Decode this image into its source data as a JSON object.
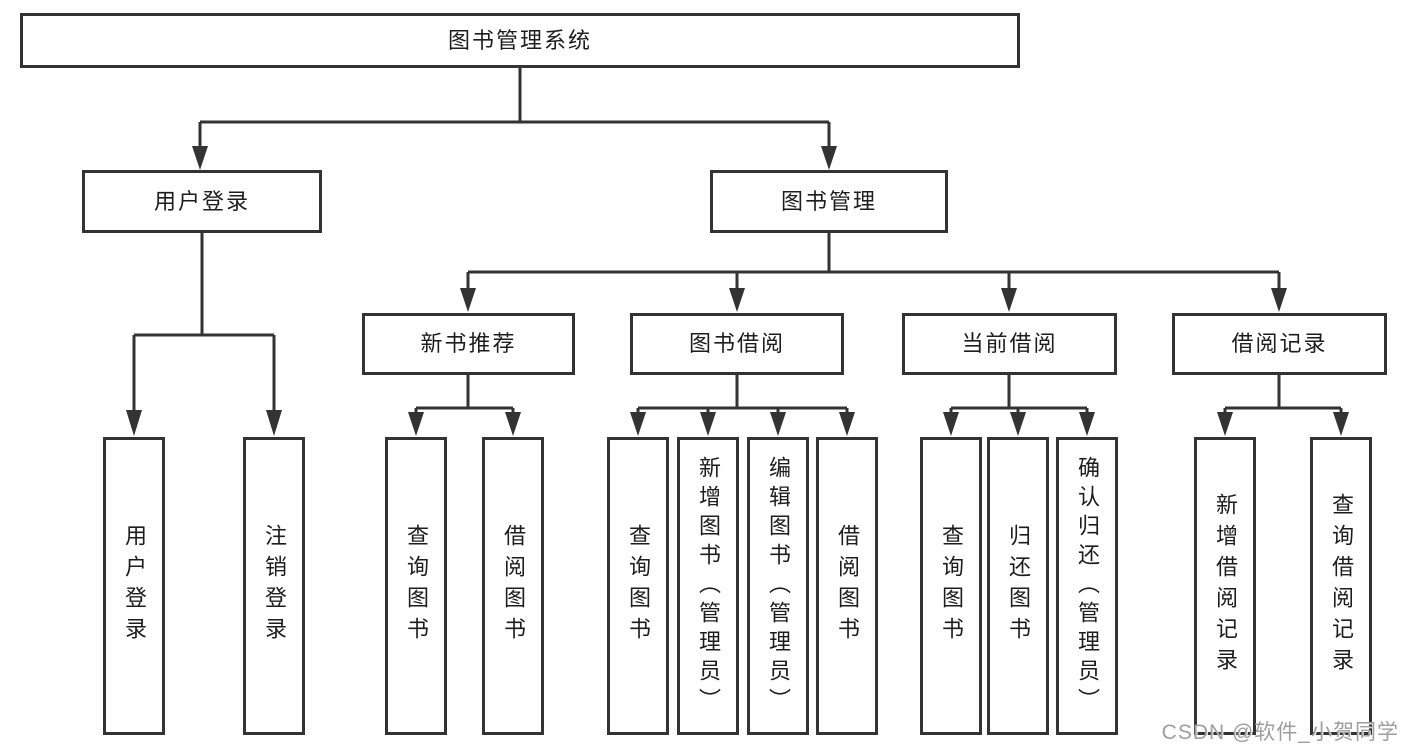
{
  "diagram": {
    "root": {
      "label": "图书管理系统"
    },
    "level1": [
      {
        "label": "用户登录"
      },
      {
        "label": "图书管理"
      }
    ],
    "level2": [
      {
        "label": "新书推荐"
      },
      {
        "label": "图书借阅"
      },
      {
        "label": "当前借阅"
      },
      {
        "label": "借阅记录"
      }
    ],
    "leaves": [
      {
        "label": "用户登录"
      },
      {
        "label": "注销登录"
      },
      {
        "label": "查询图书"
      },
      {
        "label": "借阅图书"
      },
      {
        "label": "查询图书"
      },
      {
        "label": "新增图书（管理员）"
      },
      {
        "label": "编辑图书（管理员）"
      },
      {
        "label": "借阅图书"
      },
      {
        "label": "查询图书"
      },
      {
        "label": "归还图书"
      },
      {
        "label": "确认归还（管理员）"
      },
      {
        "label": "新增借阅记录"
      },
      {
        "label": "查询借阅记录"
      }
    ]
  },
  "watermark": {
    "text": "CSDN @软件_小贺同学"
  },
  "colors": {
    "line": "#333333",
    "text": "#1d1d1d",
    "watermark": "#9e9e9e",
    "background": "#ffffff"
  }
}
